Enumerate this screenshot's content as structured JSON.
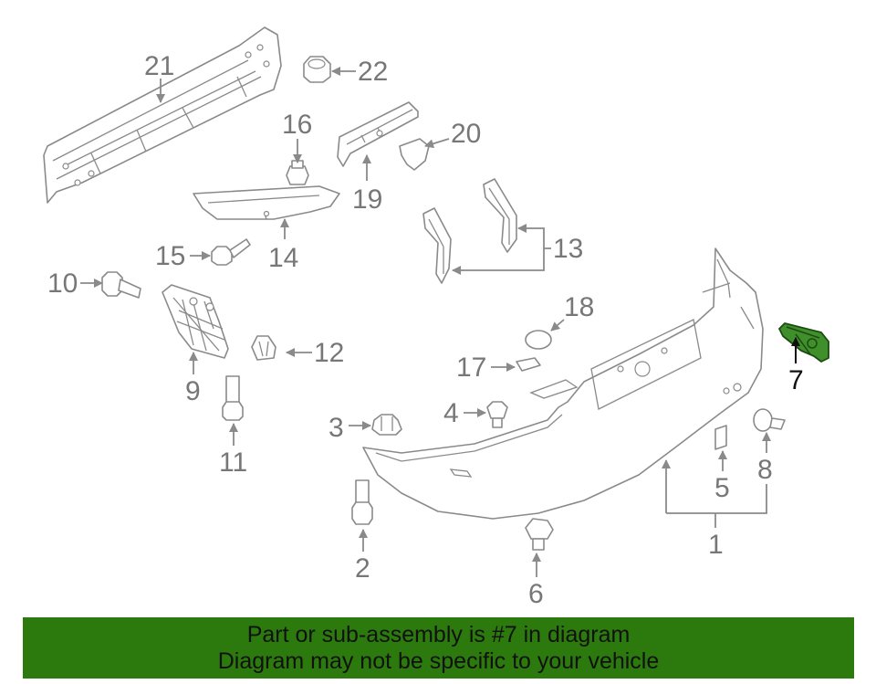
{
  "diagram": {
    "highlighted_part": "7",
    "callouts": {
      "c1": "1",
      "c2": "2",
      "c3": "3",
      "c4": "4",
      "c5": "5",
      "c6": "6",
      "c7": "7",
      "c8": "8",
      "c9": "9",
      "c10": "10",
      "c11": "11",
      "c12": "12",
      "c13": "13",
      "c14": "14",
      "c15": "15",
      "c16": "16",
      "c17": "17",
      "c18": "18",
      "c19": "19",
      "c20": "20",
      "c21": "21",
      "c22": "22"
    },
    "colors": {
      "line": "#8a8a8a",
      "label": "#777777",
      "highlight": "#3f8f2a",
      "banner": "#2c7a0e"
    }
  },
  "banner": {
    "line1": "Part or sub-assembly is #7 in diagram",
    "line2": "Diagram may not be specific to your vehicle"
  }
}
